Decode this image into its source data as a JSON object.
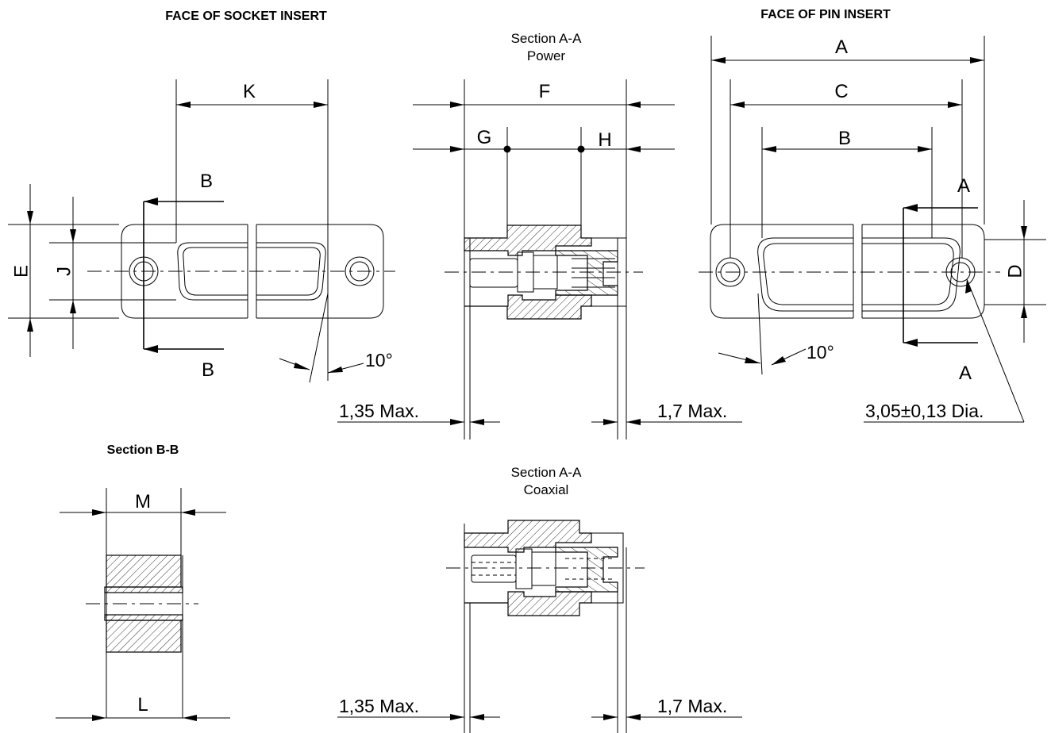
{
  "headings": {
    "socket_face": "FACE OF SOCKET INSERT",
    "pin_face": "FACE OF PIN INSERT",
    "section_bb": "Section B-B",
    "section_aa_power_1": "Section A-A",
    "section_aa_power_2": "Power",
    "section_aa_coax_1": "Section A-A",
    "section_aa_coax_2": "Coaxial"
  },
  "dimension_letters": {
    "a": "A",
    "b": "B",
    "c": "C",
    "d": "D",
    "e": "E",
    "f": "F",
    "g": "G",
    "h": "H",
    "j": "J",
    "k": "K",
    "l": "L",
    "m": "M"
  },
  "section_markers": {
    "socket_top": "B",
    "socket_bottom": "B",
    "pin_top": "A",
    "pin_bottom": "A"
  },
  "notes": {
    "angle_socket": "10°",
    "angle_pin": "10°",
    "power_left_max": "1,35 Max.",
    "power_right_max": "1,7 Max.",
    "coax_left_max": "1,35 Max.",
    "coax_right_max": "1,7 Max.",
    "hole_diameter": "3,05±0,13 Dia."
  }
}
